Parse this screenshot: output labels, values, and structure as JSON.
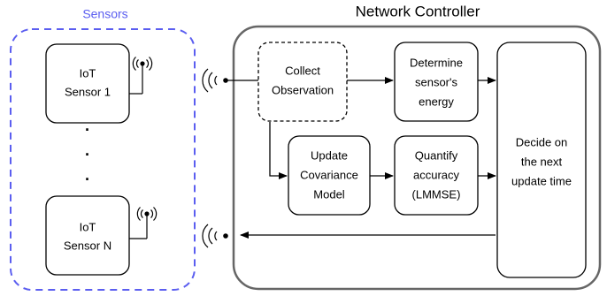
{
  "sensors_group": {
    "title": "Sensors",
    "sensor_1": [
      "IoT",
      "Sensor 1"
    ],
    "sensor_n": [
      "IoT",
      "Sensor N"
    ],
    "ellipsis": "·"
  },
  "controller": {
    "title": "Network Controller",
    "collect": [
      "Collect",
      "Observation"
    ],
    "energy": [
      "Determine",
      "sensor's",
      "energy"
    ],
    "covariance": [
      "Update",
      "Covariance",
      "Model"
    ],
    "quantify": [
      "Quantify",
      "accuracy",
      "(LMMSE)"
    ],
    "decide": [
      "Decide on",
      "the next",
      "update time"
    ]
  },
  "colors": {
    "sensors_border": "#5b5ef0",
    "controller_border": "#666666",
    "line": "#000000"
  },
  "icons": [
    "antenna-icon",
    "wireless-signal-icon"
  ]
}
